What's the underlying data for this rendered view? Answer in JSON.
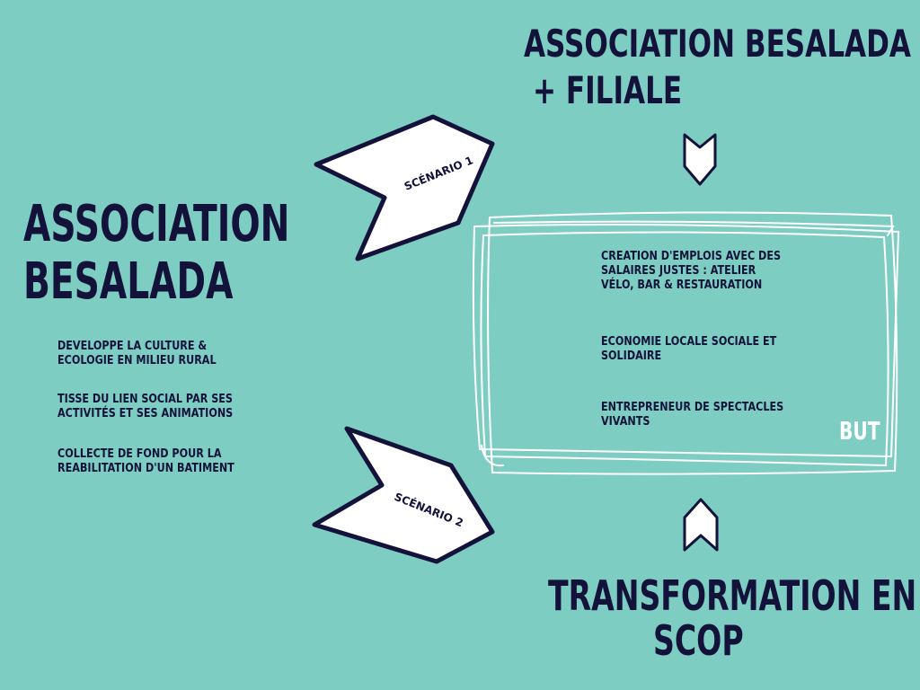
{
  "main": {
    "title_line1": "ASSOCIATION",
    "title_line2": "BESALADA",
    "items": [
      {
        "line1": "DEVELOPPE LA CULTURE &",
        "line2": "ECOLOGIE EN MILIEU RURAL"
      },
      {
        "line1": "TISSE DU LIEN SOCIAL PAR SES",
        "line2": "ACTIVITÉS ET SES ANIMATIONS"
      },
      {
        "line1": "COLLECTE DE FOND POUR LA",
        "line2": "REABILITATION D'UN BATIMENT"
      }
    ]
  },
  "scenario1": {
    "label": "SCÉNARIO 1"
  },
  "scenario2": {
    "label": "SCÉNARIO 2"
  },
  "top_option": {
    "line1": "ASSOCIATION BESALADA",
    "line2": "+ FILIALE"
  },
  "bottom_option": {
    "line1": "TRANSFORMATION EN",
    "line2": "SCOP"
  },
  "goal": {
    "label": "BUT",
    "items": [
      {
        "lines": [
          "CREATION D'EMPLOIS AVEC DES",
          "SALAIRES JUSTES : ATELIER",
          "VÉLO, BAR & RESTAURATION"
        ]
      },
      {
        "lines": [
          "ECONOMIE LOCALE SOCIALE ET",
          "SOLIDAIRE"
        ]
      },
      {
        "lines": [
          "ENTREPRENEUR DE SPECTACLES",
          "VIVANTS"
        ]
      }
    ]
  },
  "colors": {
    "background": "#7ecdc2",
    "text": "#13123a",
    "arrow_fill": "#ffffff",
    "arrow_stroke": "#13123a"
  }
}
